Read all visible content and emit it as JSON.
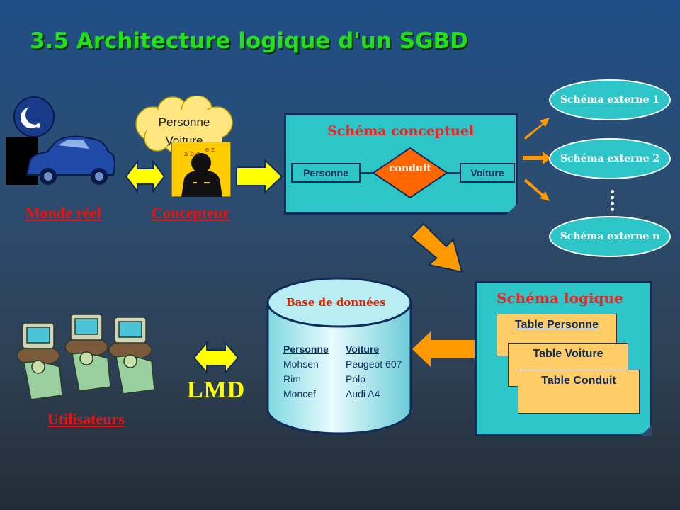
{
  "title": "3.5 Architecture logique d'un SGBD",
  "labels": {
    "monde_reel": "Monde réel",
    "concepteur": "Concepteur",
    "utilisateurs": "Utilisateurs",
    "lmd": "LMD"
  },
  "cloud": {
    "line1": "Personne",
    "line2": "Voiture"
  },
  "schema_conceptuel": {
    "title": "Schéma conceptuel",
    "entity_left": "Personne",
    "relation": "conduit",
    "entity_right": "Voiture"
  },
  "schemas_externes": [
    "Schéma externe 1",
    "Schéma externe 2",
    "Schéma externe n"
  ],
  "schema_logique": {
    "title": "Schéma logique",
    "tables": [
      "Table Personne",
      "Table Voiture",
      "Table Conduit"
    ]
  },
  "database": {
    "title": "Base de données",
    "col1": {
      "header": "Personne",
      "rows": [
        "Mohsen",
        "Rim",
        "Moncef"
      ]
    },
    "col2": {
      "header": "Voiture",
      "rows": [
        "Peugeot 607",
        "Polo",
        "Audi A4"
      ]
    }
  },
  "colors": {
    "title": "#22e01a",
    "label_red": "#ee1111",
    "cyan": "#2ec5c8",
    "arrow_yellow": "#ffff00",
    "arrow_orange": "#ff9900",
    "diamond": "#ff6600",
    "table_fill": "#ffcc66"
  },
  "icons": [
    "moon-icon",
    "car-icon",
    "thinking-person-icon",
    "computer-users-icon"
  ]
}
